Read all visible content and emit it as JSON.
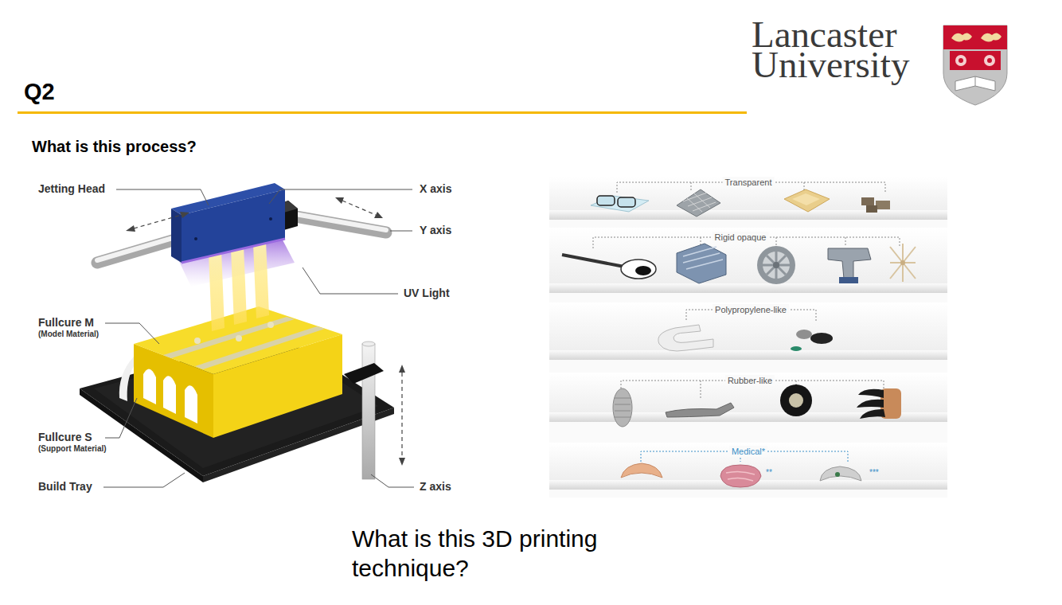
{
  "diagram": {
    "title": "Q2",
    "caption": "What is this 3D printing technique?",
    "labels": [
      "What is this process?",
      "Lancaster University",
      "Jetting Head",
      "X axis",
      "Y axis",
      "UV Light",
      "Fullcure M",
      "(Model Material)",
      "Fullcure S",
      "(Support Material)",
      "Build Tray",
      "Z axis",
      "Transparent",
      "Rigid opaque",
      "Polypropylene-like",
      "Rubber-like",
      "Medical*",
      "**",
      "***"
    ]
  }
}
